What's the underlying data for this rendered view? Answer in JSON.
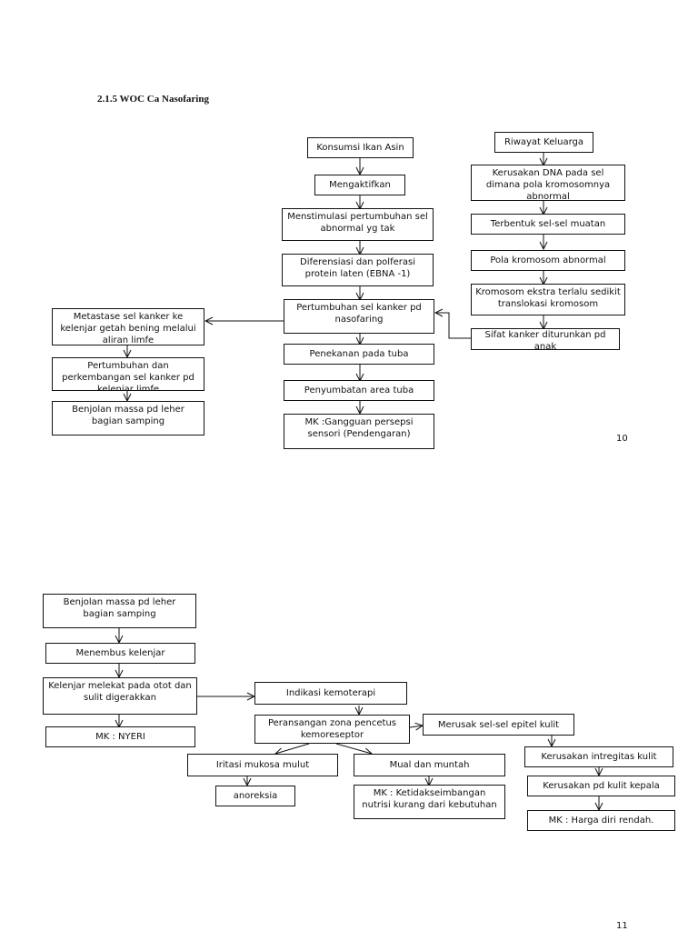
{
  "heading": "2.1.5   WOC Ca  Nasofaring",
  "page_numbers": {
    "first": "10",
    "second": "11"
  },
  "boxes": {
    "konsumsi": "Konsumsi Ikan Asin",
    "mengaktifkan": "Mengaktifkan",
    "menstimulasi": "Menstimulasi pertumbuhan sel abnormal  yg tak",
    "diferensiasi": "Diferensiasi dan polferasi protein laten (EBNA -1)",
    "pertumbuhan_kanker": "Pertumbuhan sel kanker pd nasofaring",
    "penekanan": "Penekanan pada tuba",
    "penyumbatan": "Penyumbatan area tuba",
    "mk_persepsi": "MK :Gangguan persepsi sensori (Pendengaran)",
    "riwayat": "Riwayat Keluarga",
    "kerusakan_dna": "Kerusakan DNA pada sel dimana pola kromosomnya abnormal",
    "terbentuk": "Terbentuk sel-sel muatan",
    "pola": "Pola kromosom abnormal",
    "kromosom_ekstra": "Kromosom ekstra terlalu sedikit translokasi kromosom",
    "sifat": "Sifat kanker diturunkan pd anak",
    "metastase": "Metastase sel kanker ke kelenjar getah bening melalui aliran limfe",
    "pertumbuhan_perkembangan": "Pertumbuhan dan perkembangan sel kanker pd kelenjar limfe",
    "benjolan_1": "Benjolan massa pd leher bagian samping",
    "benjolan_2": "Benjolan massa pd leher bagian samping",
    "menembus": "Menembus kelenjar",
    "kelenjar_melekat": "Kelenjar melekat pada otot dan sulit digerakkan",
    "mk_nyeri": "MK : NYERI",
    "indikasi": "Indikasi kemoterapi",
    "perangsangan": "Peransangan zona pencetus kemoreseptor",
    "merusak": "Merusak sel-sel epitel kulit",
    "iritasi": "Iritasi mukosa mulut",
    "mual": "Mual dan muntah",
    "anoreksia": "anoreksia",
    "mk_nutrisi": "MK : Ketidakseimbangan nutrisi kurang dari kebutuhan",
    "kerusakan_integritas": "Kerusakan intregitas kulit",
    "kerusakan_kepala": "Kerusakan pd kulit kepala",
    "mk_harga_diri": "MK : Harga diri rendah."
  }
}
